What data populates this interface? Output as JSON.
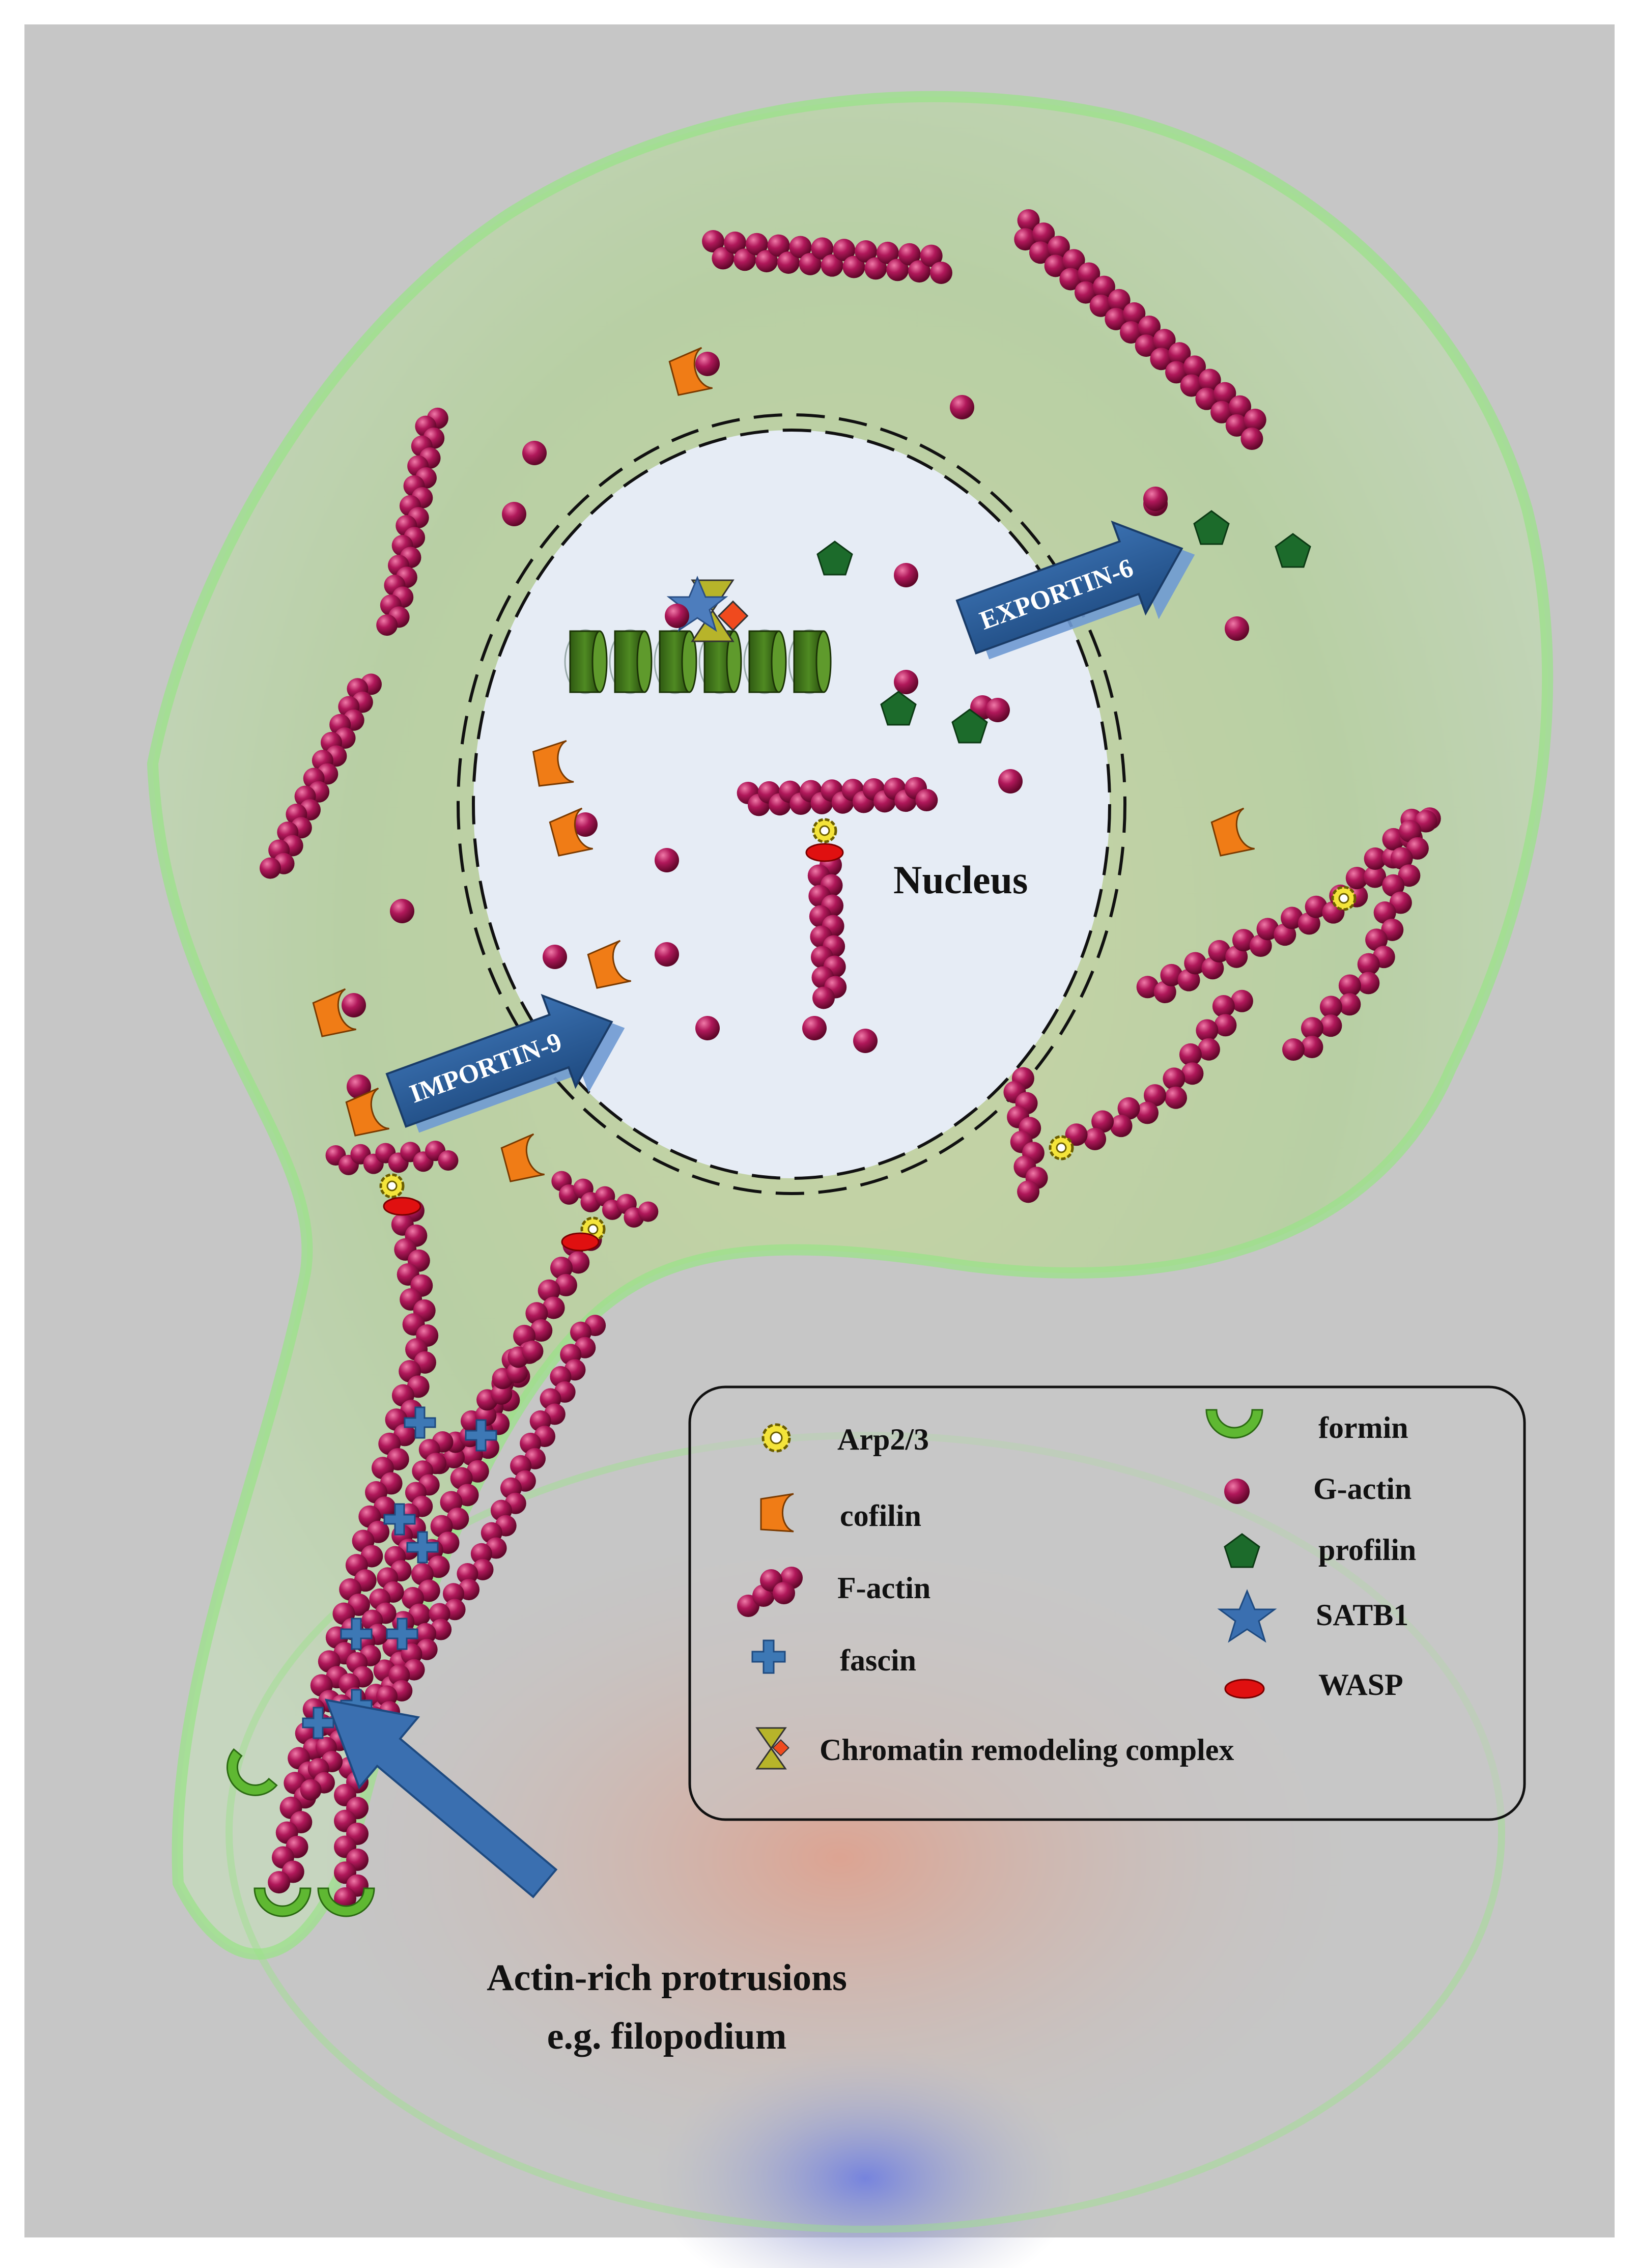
{
  "labels": {
    "nucleus": "Nucleus",
    "importin": "IMPORTIN-9",
    "exportin": "EXPORTIN-6",
    "protrusion_line1": "Actin-rich protrusions",
    "protrusion_line2": "e.g. filopodium"
  },
  "legend": {
    "left": [
      {
        "label": "Arp2/3",
        "icon": "arp23-icon"
      },
      {
        "label": "cofilin",
        "icon": "cofilin-icon"
      },
      {
        "label": "F-actin",
        "icon": "f-actin-icon"
      },
      {
        "label": "fascin",
        "icon": "fascin-icon"
      }
    ],
    "right": [
      {
        "label": "formin",
        "icon": "formin-icon"
      },
      {
        "label": "G-actin",
        "icon": "g-actin-icon"
      },
      {
        "label": "profilin",
        "icon": "profilin-icon"
      },
      {
        "label": "SATB1",
        "icon": "satb1-icon"
      },
      {
        "label": "WASP",
        "icon": "wasp-icon"
      }
    ],
    "bottom": {
      "label": "Chromatin remodeling complex",
      "icon": "chromatin-complex-icon"
    }
  },
  "colors": {
    "actin": "#a0124f",
    "cofilin": "#f07c16",
    "profilin": "#1c6b2b",
    "satb1": "#3a6fb0",
    "wasp": "#e01010",
    "arp23": "#f4e43a",
    "formin": "#5fb832",
    "fascin": "#3d78b5",
    "arrow": "#2a5b96",
    "nucleus_fill": "#e6ecf5"
  }
}
